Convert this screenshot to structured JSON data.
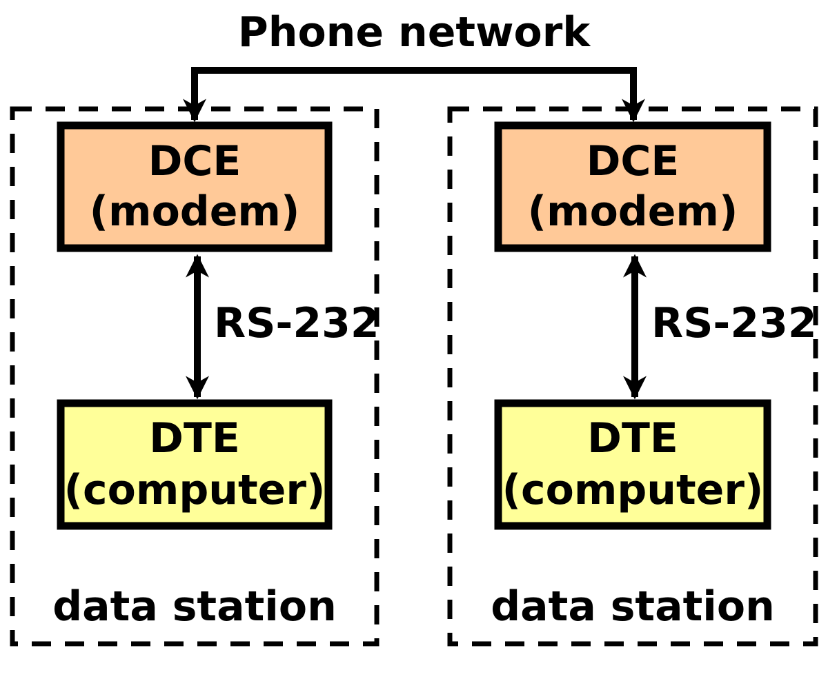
{
  "title": "Phone network",
  "colors": {
    "dce_fill": "#ffc998",
    "dte_fill": "#ffff99",
    "stroke": "#000000"
  },
  "stations": [
    {
      "dce": {
        "line1": "DCE",
        "line2": "(modem)"
      },
      "link_label": "RS-232",
      "dte": {
        "line1": "DTE",
        "line2": "(computer)"
      },
      "station_label": "data station"
    },
    {
      "dce": {
        "line1": "DCE",
        "line2": "(modem)"
      },
      "link_label": "RS-232",
      "dte": {
        "line1": "DTE",
        "line2": "(computer)"
      },
      "station_label": "data station"
    }
  ]
}
